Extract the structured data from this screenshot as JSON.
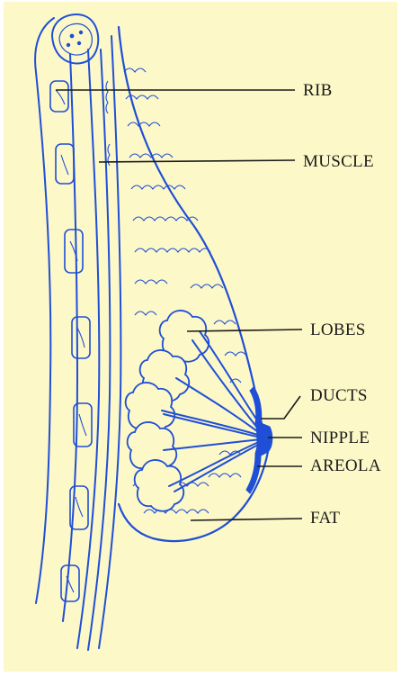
{
  "diagram": {
    "labels": {
      "rib": "RIB",
      "muscle": "MUSCLE",
      "lobes": "LOBES",
      "ducts": "DUCTS",
      "nipple": "NIPPLE",
      "areola": "AREOLA",
      "fat": "FAT"
    }
  },
  "colors": {
    "background": "#fdf8c8",
    "drawing": "#1f4fd6",
    "leader_lines": "#1a1a1a"
  }
}
